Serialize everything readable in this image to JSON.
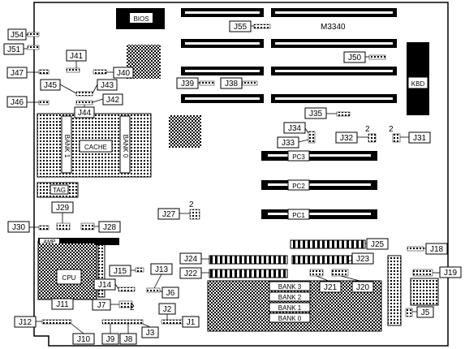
{
  "board": {
    "model": "M3340",
    "bios_label": "BIOS",
    "keyboard_label": "KBD",
    "cpu_label": "CPU",
    "amp_label": "AMP",
    "cache_label": "CACHE",
    "tag_label": "TAG",
    "bank_left_label": "BANK 1",
    "bank_right_label": "BANK 0",
    "pin_marker": "2"
  },
  "expansion_slots": {
    "pc3": "PC3",
    "pc2": "PC2",
    "pc1": "PC1"
  },
  "simm_banks": [
    "BANK 3",
    "BANK 2",
    "BANK 1",
    "BANK 0"
  ],
  "jumpers": {
    "j1": "J1",
    "j2": "J2",
    "j3": "J3",
    "j5": "J5",
    "j6": "J6",
    "j7": "J7",
    "j8": "J8",
    "j9": "J9",
    "j10": "J10",
    "j11": "J11",
    "j12": "J12",
    "j13": "J13",
    "j14": "J14",
    "j15": "J15",
    "j18": "J18",
    "j19": "J19",
    "j20": "J20",
    "j21": "J21",
    "j22": "J22",
    "j23": "J23",
    "j24": "J24",
    "j25": "J25",
    "j27": "J27",
    "j28": "J28",
    "j29": "J29",
    "j30": "J30",
    "j31": "J31",
    "j32": "J32",
    "j33": "J33",
    "j34": "J34",
    "j35": "J35",
    "j38": "J38",
    "j39": "J39",
    "j40": "J40",
    "j41": "J41",
    "j42": "J42",
    "j43": "J43",
    "j44": "J44",
    "j45": "J45",
    "j46": "J46",
    "j47": "J47",
    "j50": "J50",
    "j51": "J51",
    "j54": "J54",
    "j55": "J55"
  }
}
